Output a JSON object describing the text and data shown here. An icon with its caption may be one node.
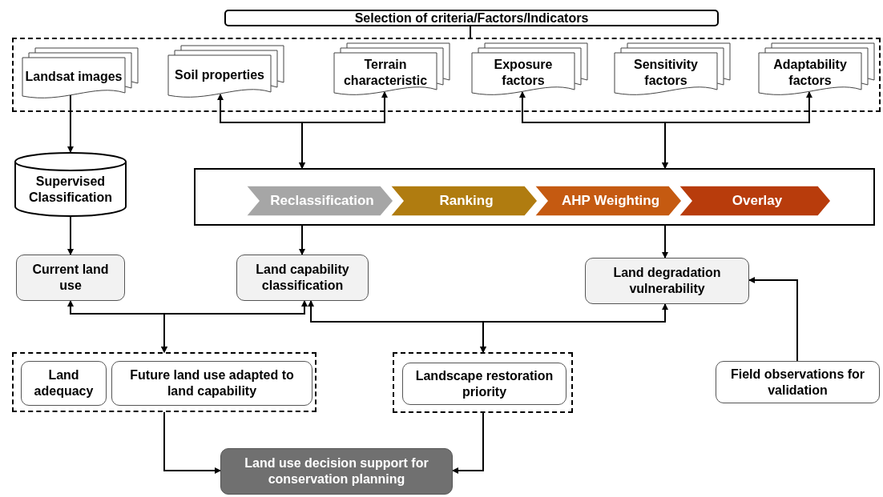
{
  "diagram": {
    "nodes": [
      {
        "text": [
          "Selection of criteria/Factors/Indicators"
        ]
      },
      {
        "text": [],
        "shape": "box"
      },
      {
        "text": [
          "Landsat images"
        ],
        "in": 1
      },
      {
        "text": [
          "Soil properties"
        ],
        "in": 1
      },
      {
        "text": [
          "Terrain characteristic"
        ],
        "in": 1
      },
      {
        "text": [
          "Exposure factors"
        ],
        "in": 1
      },
      {
        "text": [
          "Sensitivity factors"
        ],
        "in": 1
      },
      {
        "text": [
          "Adaptability factors"
        ],
        "in": 1
      },
      {
        "text": [
          "Supervised Classification"
        ]
      },
      {
        "text": [],
        "shape": "box"
      },
      {
        "text": [
          "Reclassification"
        ],
        "in": 9
      },
      {
        "text": [
          "Ranking"
        ],
        "in": 9
      },
      {
        "text": [
          "AHP Weighting"
        ],
        "in": 9
      },
      {
        "text": [
          "Overlay"
        ],
        "in": 9
      },
      {
        "text": [
          "Current land use"
        ]
      },
      {
        "text": [
          "Land capability classification"
        ]
      },
      {
        "text": [
          "Land degradation vulnerability"
        ]
      },
      {
        "text": [],
        "shape": "box"
      },
      {
        "text": [
          "Land adequacy"
        ],
        "in": 17
      },
      {
        "text": [
          "Future land use adapted to land capability"
        ],
        "in": 17
      },
      {
        "text": [],
        "shape": "box"
      },
      {
        "text": [
          "Landscape restoration priority"
        ],
        "in": 20
      },
      {
        "text": [
          "Field observations for validation"
        ]
      },
      {
        "text": [
          "Land use decision support for conservation planning"
        ]
      }
    ],
    "edges": [
      {
        "from": 0,
        "to": 1,
        "arrow": "none"
      },
      {
        "from": 2,
        "to": 8,
        "arrow": "to"
      },
      {
        "from": 9,
        "to": 3,
        "arrow": "both"
      },
      {
        "from": 9,
        "to": 4,
        "arrow": "both"
      },
      {
        "from": 9,
        "to": 5,
        "arrow": "both"
      },
      {
        "from": 9,
        "to": 7,
        "arrow": "both"
      },
      {
        "from": 8,
        "to": 14,
        "arrow": "to"
      },
      {
        "from": 9,
        "to": 15,
        "arrow": "to"
      },
      {
        "from": 9,
        "to": 16,
        "arrow": "to"
      },
      {
        "from": 17,
        "to": 14,
        "arrow": "both"
      },
      {
        "from": 17,
        "to": 15,
        "arrow": "both"
      },
      {
        "from": 20,
        "to": 15,
        "arrow": "both"
      },
      {
        "from": 20,
        "to": 16,
        "arrow": "both"
      },
      {
        "from": 22,
        "to": 16,
        "arrow": "to"
      },
      {
        "from": 17,
        "to": 23,
        "arrow": "to"
      },
      {
        "from": 20,
        "to": 23,
        "arrow": "to"
      }
    ]
  }
}
